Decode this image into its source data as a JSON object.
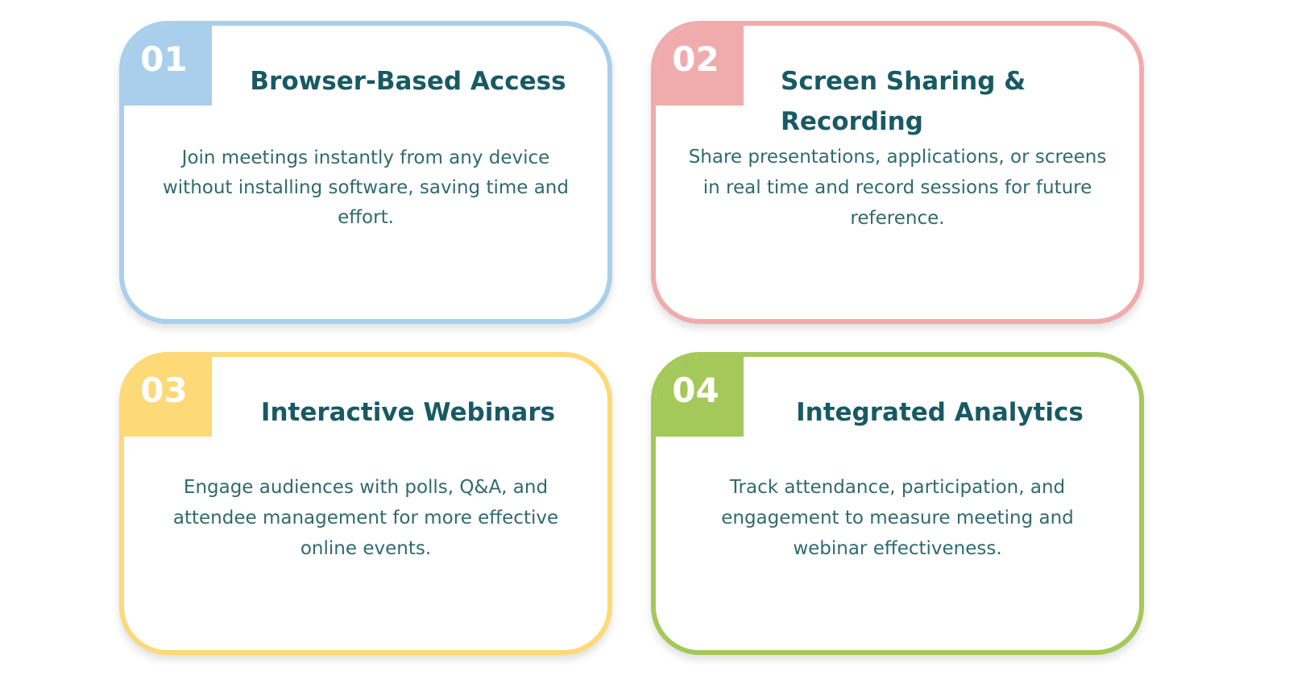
{
  "colors": {
    "blue": "#a9cfec",
    "pink": "#f0acad",
    "yellow": "#fdd977",
    "green": "#a5c85a",
    "title": "#185a63"
  },
  "cards": [
    {
      "number": "01",
      "title": "Browser-Based Access",
      "body": "Join meetings instantly from any device without installing software, saving time and effort."
    },
    {
      "number": "02",
      "title": "Screen Sharing & Recording",
      "body": "Share presentations, applications, or screens in real time and record sessions for future reference."
    },
    {
      "number": "03",
      "title": "Interactive Webinars",
      "body": "Engage audiences with polls, Q&A, and attendee management for more effective online events."
    },
    {
      "number": "04",
      "title": "Integrated Analytics",
      "body": "Track attendance, participation, and engagement to measure meeting and webinar effectiveness."
    }
  ]
}
